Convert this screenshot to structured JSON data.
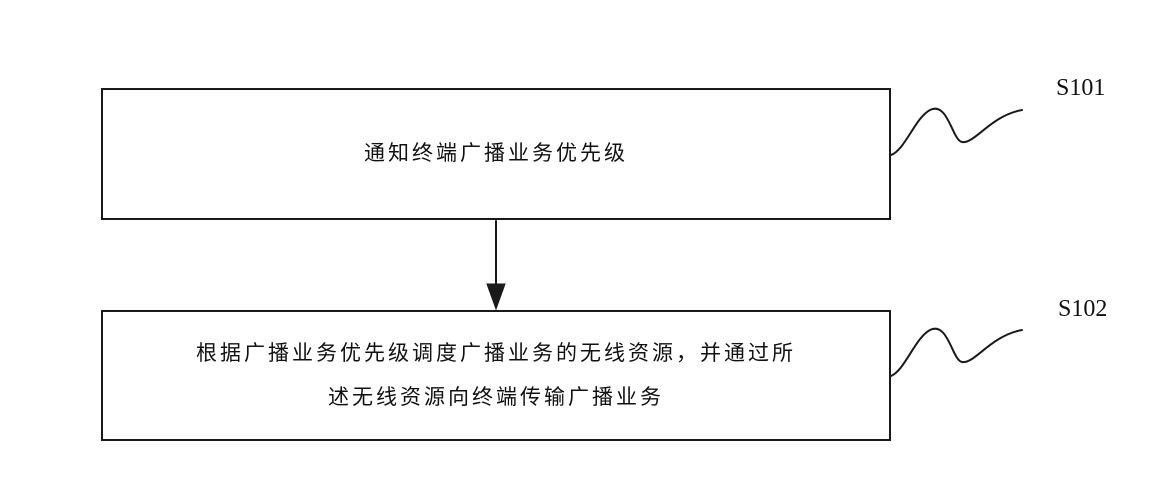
{
  "steps": [
    {
      "id": "S101",
      "label": "S101",
      "text": "通知终端广播业务优先级"
    },
    {
      "id": "S102",
      "label": "S102",
      "line1": "根据广播业务优先级调度广播业务的无线资源，并通过所",
      "line2": "述无线资源向终端传输广播业务"
    }
  ],
  "colors": {
    "stroke": "#1a1a1a",
    "text": "#111111",
    "background": "#ffffff"
  }
}
